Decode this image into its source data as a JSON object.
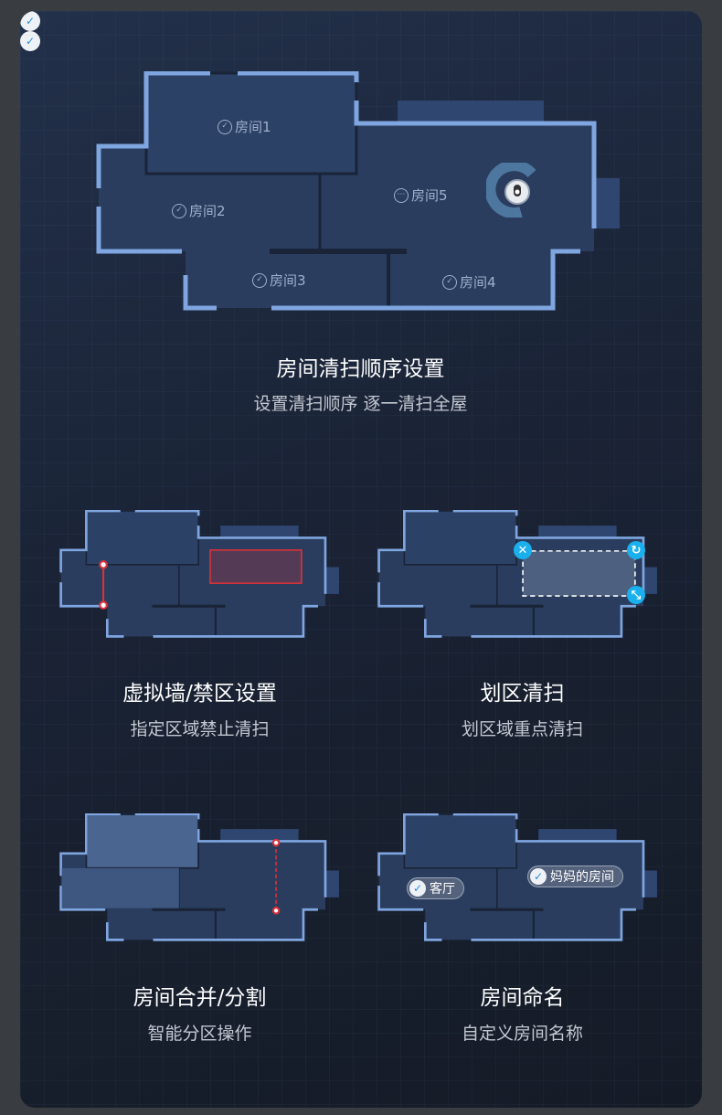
{
  "main_feature": {
    "rooms": [
      {
        "label": "房间1",
        "status": "done"
      },
      {
        "label": "房间2",
        "status": "done"
      },
      {
        "label": "房间3",
        "status": "done"
      },
      {
        "label": "房间4",
        "status": "done"
      },
      {
        "label": "房间5",
        "status": "in-progress"
      }
    ],
    "title": "房间清扫顺序设置",
    "subtitle": "设置清扫顺序 逐一清扫全屋"
  },
  "features": [
    {
      "title": "虚拟墙/禁区设置",
      "subtitle": "指定区域禁止清扫"
    },
    {
      "title": "划区清扫",
      "subtitle": "划区域重点清扫"
    },
    {
      "title": "房间合并/分割",
      "subtitle": "智能分区操作"
    },
    {
      "title": "房间命名",
      "subtitle": "自定义房间名称",
      "room_names": [
        "客厅",
        "妈妈的房间"
      ]
    }
  ],
  "icons": {
    "done": "✓",
    "progress": "⋯",
    "check": "✓",
    "close": "✕",
    "rotate": "↻",
    "resize": "⤡"
  },
  "colors": {
    "wall": "#7fa6e0",
    "floor": "#2a3d5e",
    "forbidden": "#d9323a",
    "accent": "#1ab0ee"
  }
}
